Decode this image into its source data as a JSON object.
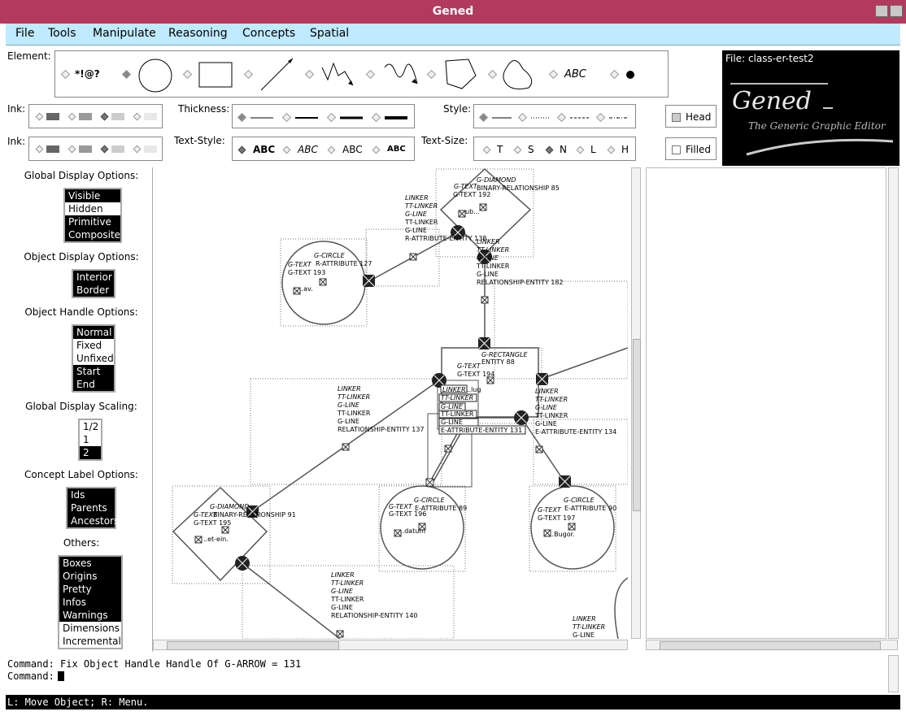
{
  "window": {
    "title": "Gened"
  },
  "menu": [
    "File",
    "Tools",
    "Manipulate",
    "Reasoning",
    "Concepts",
    "Spatial"
  ],
  "element_label": "Element:",
  "element_items": [
    "*!@?",
    "ABC"
  ],
  "ink_label": "Ink:",
  "thickness_label": "Thickness:",
  "style_label": "Style:",
  "head_label": "Head",
  "text_style_label": "Text-Style:",
  "text_styles": [
    "ABC",
    "ABC",
    "ABC",
    "ABC"
  ],
  "text_size_label": "Text-Size:",
  "text_sizes": [
    "T",
    "S",
    "N",
    "L",
    "H"
  ],
  "filled_label": "Filled",
  "file_label": "File: class-er-test2",
  "logo": {
    "title": "Gened",
    "subtitle": "The Generic Graphic Editor"
  },
  "sidebar": {
    "global_display": {
      "label": "Global Display Options:",
      "items": [
        "Visible",
        "Hidden",
        "Primitive",
        "Composite"
      ],
      "selected": [
        true,
        false,
        true,
        true
      ]
    },
    "object_display": {
      "label": "Object Display Options:",
      "items": [
        "Interior",
        "Border"
      ],
      "selected": [
        true,
        true
      ]
    },
    "object_handle": {
      "label": "Object Handle Options:",
      "items": [
        "Normal",
        "Fixed",
        "Unfixed",
        "Start",
        "End"
      ],
      "selected": [
        true,
        false,
        false,
        true,
        true
      ]
    },
    "global_scaling": {
      "label": "Global Display Scaling:",
      "items": [
        "1/2",
        "1",
        "2"
      ],
      "selected": [
        false,
        false,
        true
      ]
    },
    "concept_label": {
      "label": "Concept Label Options:",
      "items": [
        "Ids",
        "Parents",
        "Ancestors"
      ],
      "selected": [
        true,
        true,
        true
      ]
    },
    "others": {
      "label": "Others:",
      "items": [
        "Boxes",
        "Origins",
        "Pretty",
        "Infos",
        "Warnings",
        "Dimensions",
        "Incremental"
      ],
      "selected": [
        true,
        true,
        true,
        true,
        true,
        false,
        false
      ]
    }
  },
  "canvas": {
    "diamond1": [
      "G-DIAMOND",
      "BINARY-RELATIONSHIP 85",
      "G-TEXT",
      "G-TEXT 192",
      "ub..."
    ],
    "linker_top": [
      "LINKER",
      "TT-LINKER",
      "G-LINE",
      "TT-LINKER",
      "G-LINE",
      "R-ATTRIBUTE-ENTITY 138"
    ],
    "linker_mid": [
      "LINKER",
      "TT-LINKER",
      "G-LINE",
      "TT-LINKER",
      "G-LINE",
      "RELATIONSHIP-ENTITY 182"
    ],
    "circle1": [
      "G-CIRCLE",
      "R-ATTRIBUTE 127",
      "G-TEXT",
      "G-TEXT 193",
      "..av."
    ],
    "rect": [
      "G-RECTANGLE",
      "ENTITY 88",
      "G-TEXT",
      "G-TEXT 194",
      "..lug"
    ],
    "linker_left": [
      "LINKER",
      "TT-LINKER",
      "G-LINE",
      "TT-LINKER",
      "G-LINE",
      "RELATIONSHIP-ENTITY 137"
    ],
    "linker_right": [
      "LINKER",
      "TT-LINKER",
      "G-LINE",
      "TT-LINKER",
      "G-LINE",
      "E-ATTRIBUTE-ENTITY 134"
    ],
    "stack": [
      "LINKER",
      "TT-LINKER",
      "G-LINE",
      "TT-LINKER",
      "G-LINE",
      "E-ATTRIBUTE-ENTITY 131"
    ],
    "diamond2": [
      "G-DIAMOND",
      "BINARY-RELATIONSHIP 91",
      "G-TEXT",
      "G-TEXT 195",
      "..et-ein."
    ],
    "circle2": [
      "G-CIRCLE",
      "E-ATTRIBUTE 89",
      "G-TEXT",
      "G-TEXT 196",
      "..datum"
    ],
    "circle3": [
      "G-CIRCLE",
      "E-ATTRIBUTE 90",
      "G-TEXT",
      "G-TEXT 197",
      "..Bugor."
    ],
    "linker_bottom": [
      "LINKER",
      "TT-LINKER",
      "G-LINE",
      "TT-LINKER",
      "G-LINE",
      "RELATIONSHIP-ENTITY 140"
    ],
    "linker_corner": [
      "LINKER",
      "TT-LINKER",
      "G-LINE"
    ]
  },
  "command_log": [
    "Command: Fix Object Handle Handle Of G-ARROW = 131",
    "Command:"
  ],
  "status": "L: Move Object; R: Menu.",
  "colors": {
    "titlebar": "#b23a5e",
    "menubar": "#bfeaff",
    "status": "#000000"
  }
}
